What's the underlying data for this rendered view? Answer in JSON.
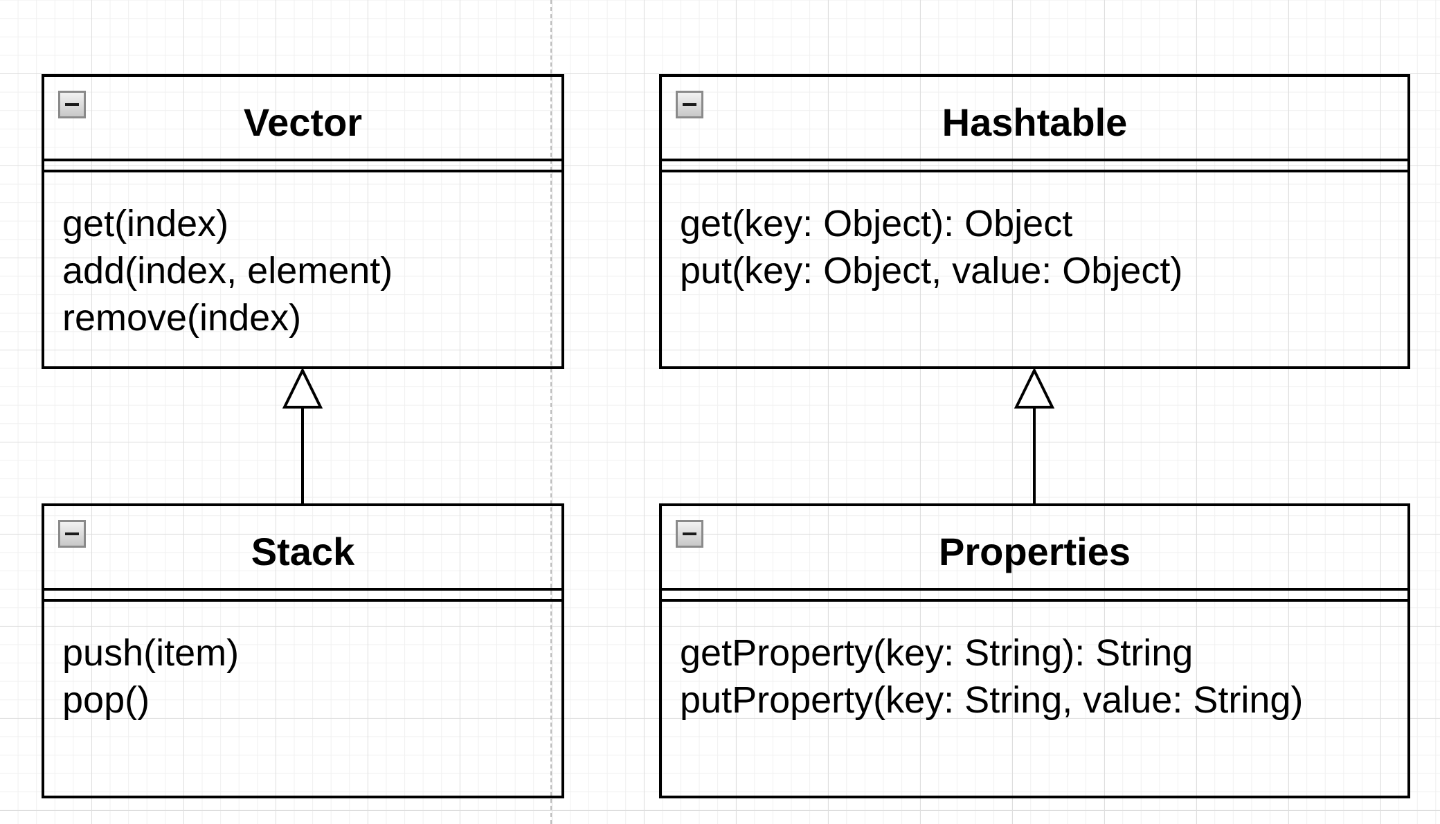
{
  "classes": {
    "vector": {
      "name": "Vector",
      "methods": [
        "get(index)",
        "add(index, element)",
        "remove(index)"
      ]
    },
    "stack": {
      "name": "Stack",
      "methods": [
        "push(item)",
        "pop()"
      ]
    },
    "hashtable": {
      "name": "Hashtable",
      "methods": [
        "get(key: Object): Object",
        "put(key: Object, value: Object)"
      ]
    },
    "properties": {
      "name": "Properties",
      "methods": [
        "getProperty(key: String): String",
        "putProperty(key: String, value: String)"
      ]
    }
  },
  "relations": [
    {
      "type": "generalization",
      "from": "Stack",
      "to": "Vector"
    },
    {
      "type": "generalization",
      "from": "Properties",
      "to": "Hashtable"
    }
  ],
  "colors": {
    "line": "#000000",
    "grid_major": "#dedede",
    "grid_minor": "#f0f0f0",
    "background": "#ffffff"
  }
}
